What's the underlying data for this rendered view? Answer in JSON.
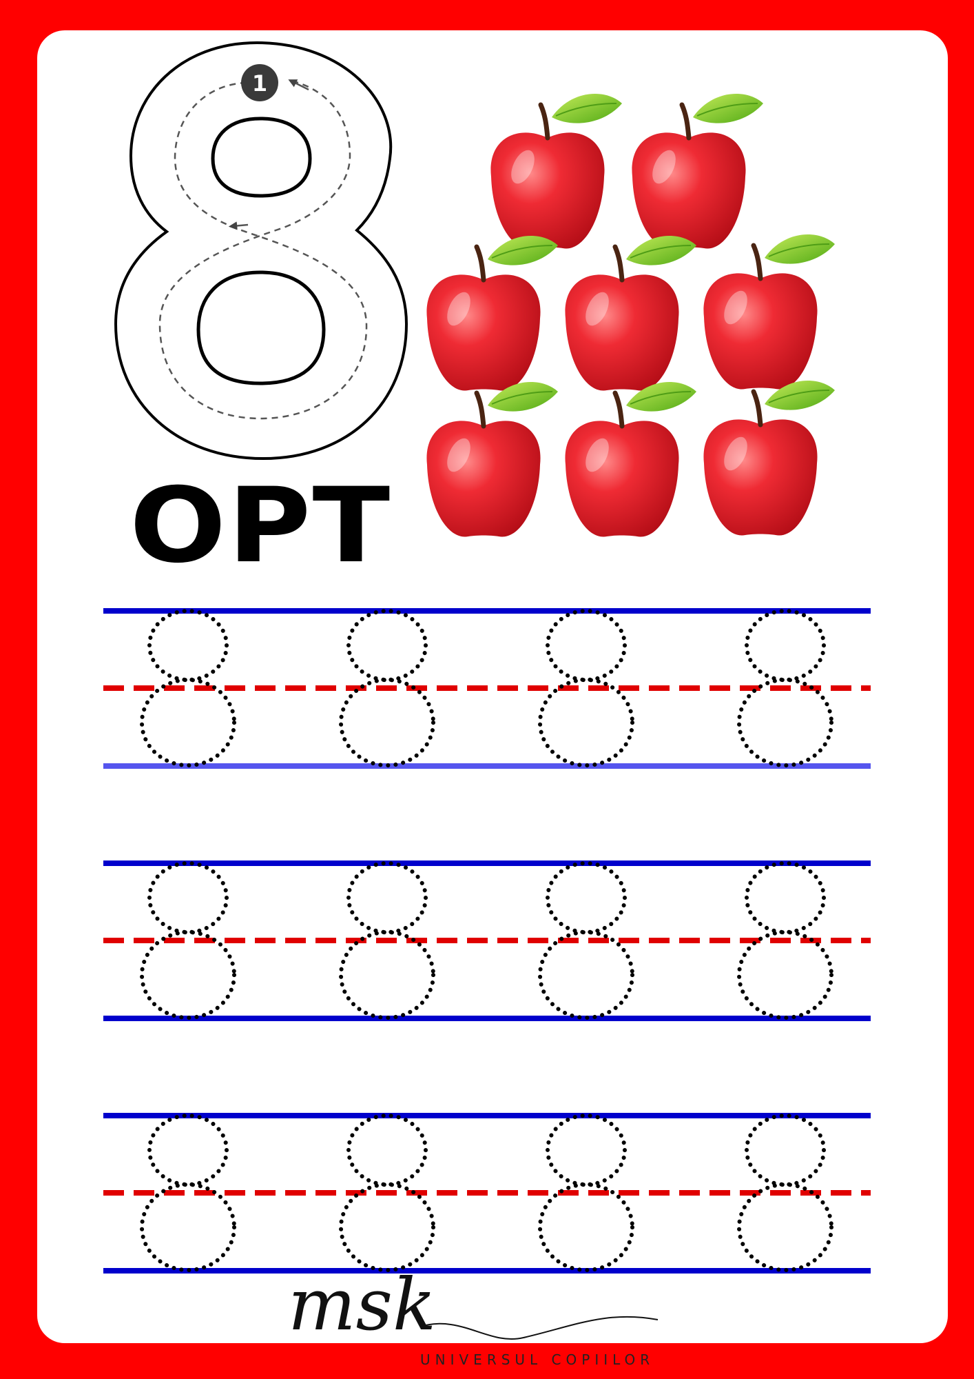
{
  "big_digit": {
    "digit": "8",
    "stroke_order_step": "1"
  },
  "number_word": "OPT",
  "illustration": {
    "object": "apple",
    "count": 8
  },
  "tracing": {
    "digit": "8",
    "rows": 3,
    "digits_per_row": 4
  },
  "colors": {
    "border": "#ff0000",
    "top_line": "#0000cc",
    "mid_line": "#e00000",
    "bottom_line_first_row": "#5555ee",
    "apple": "#e2141e",
    "leaf": "#7cc520"
  },
  "brand": {
    "logo_text": "msk",
    "tagline": "UNIVERSUL COPIILOR"
  }
}
